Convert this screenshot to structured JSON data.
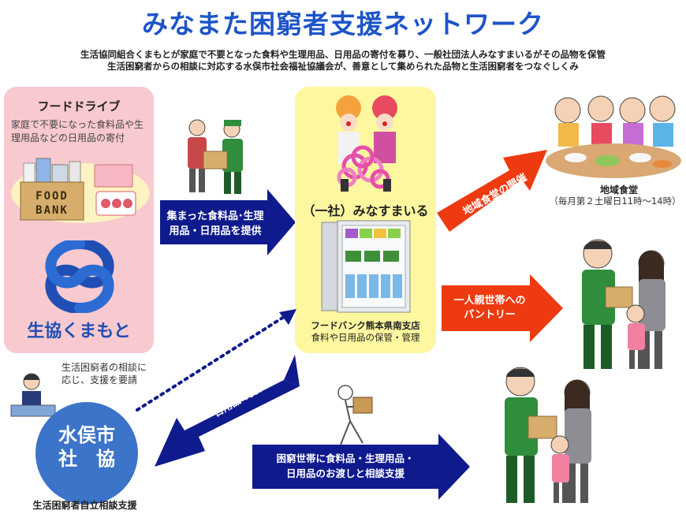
{
  "title": "みなまた困窮者支援ネットワーク",
  "subtitle_line1": "生活協同組合くまもとが家庭で不要となった食料や生理用品、日用品の寄付を募り、一般社団法人みなすまいるがその品物を保管",
  "subtitle_line2": "生活困窮者からの相談に対応する水俣市社会福祉協議会が、善意として集められた品物と生活困窮者をつなぐしくみ",
  "food_drive": {
    "title": "フードドライブ",
    "description": "家庭で不要になった食料品や生理用品などの日用品の寄付",
    "box_line1": "FOOD",
    "box_line2": "BANK",
    "coop_logo_text": "生協くまもと"
  },
  "arrow_provide": {
    "line1": "集まった食料品･生理",
    "line2": "用品・日用品を提供"
  },
  "center": {
    "org_name": "（一社）みなすまいる",
    "foodbank_name": "フードバンク熊本県南支店",
    "foodbank_role": "食料や日用品の保管・管理"
  },
  "arrow_cafeteria": "地域食堂の開催",
  "cafeteria": {
    "name": "地域食堂",
    "schedule": "（毎月第２土曜日11時～14時）"
  },
  "arrow_pantry": {
    "line1": "一人親世帯への",
    "line2": "パントリー"
  },
  "arrow_to_council": {
    "line1": "食料品・生理用品・",
    "line2": "日用品の提供"
  },
  "council": {
    "consult_line1": "生活困窮者の相談に",
    "consult_line2": "応じ、支援を要請",
    "circle_line1": "水俣市",
    "circle_line2": "社　協",
    "bottom_label": "生活困窮者自立相談支援"
  },
  "arrow_delivery": {
    "line1": "困窮世帯に食料品・生理用品・",
    "line2": "日用品のお渡しと相談支援"
  },
  "colors": {
    "title_blue": "#1d54c9",
    "navy_arrow": "#0f1a8c",
    "red_arrow": "#ee3a10",
    "pink_panel": "#f8c9cf",
    "yellow_panel": "#fdf7a0",
    "council_blue": "#3c74c9"
  }
}
